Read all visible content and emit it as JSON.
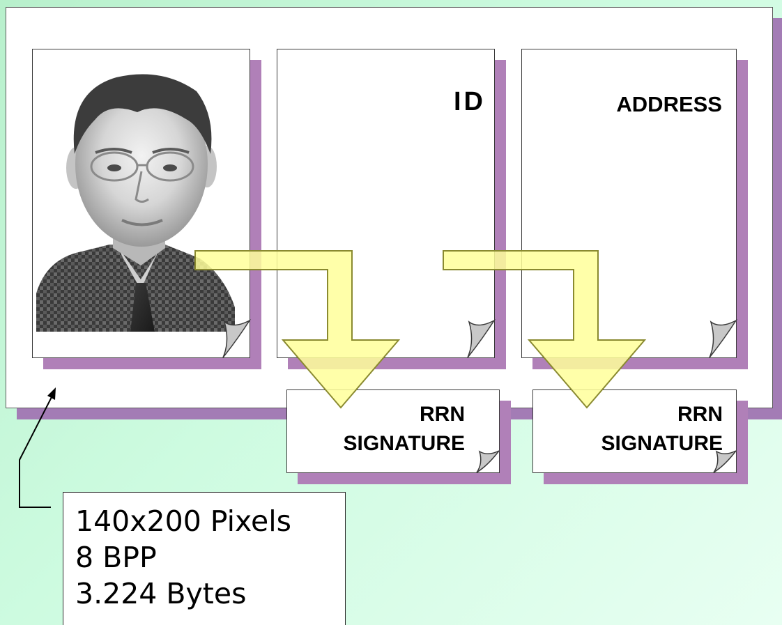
{
  "pages": {
    "id_label": "ID",
    "address_label": "ADDRESS"
  },
  "signatures": [
    {
      "line1": "RRN",
      "line2": "SIGNATURE"
    },
    {
      "line1": "RRN",
      "line2": "SIGNATURE"
    }
  ],
  "photo_info": {
    "line1": "140x200 Pixels",
    "line2": "8 BPP",
    "line3": "3.224 Bytes"
  },
  "colors": {
    "background": "#c8f8dc",
    "shadow": "#b080b8",
    "arrow_fill": "#ffff9a",
    "arrow_stroke": "#9a9a2a"
  },
  "icons": {
    "photo": "portrait-photo",
    "arrows": "flow-arrow-icon"
  }
}
